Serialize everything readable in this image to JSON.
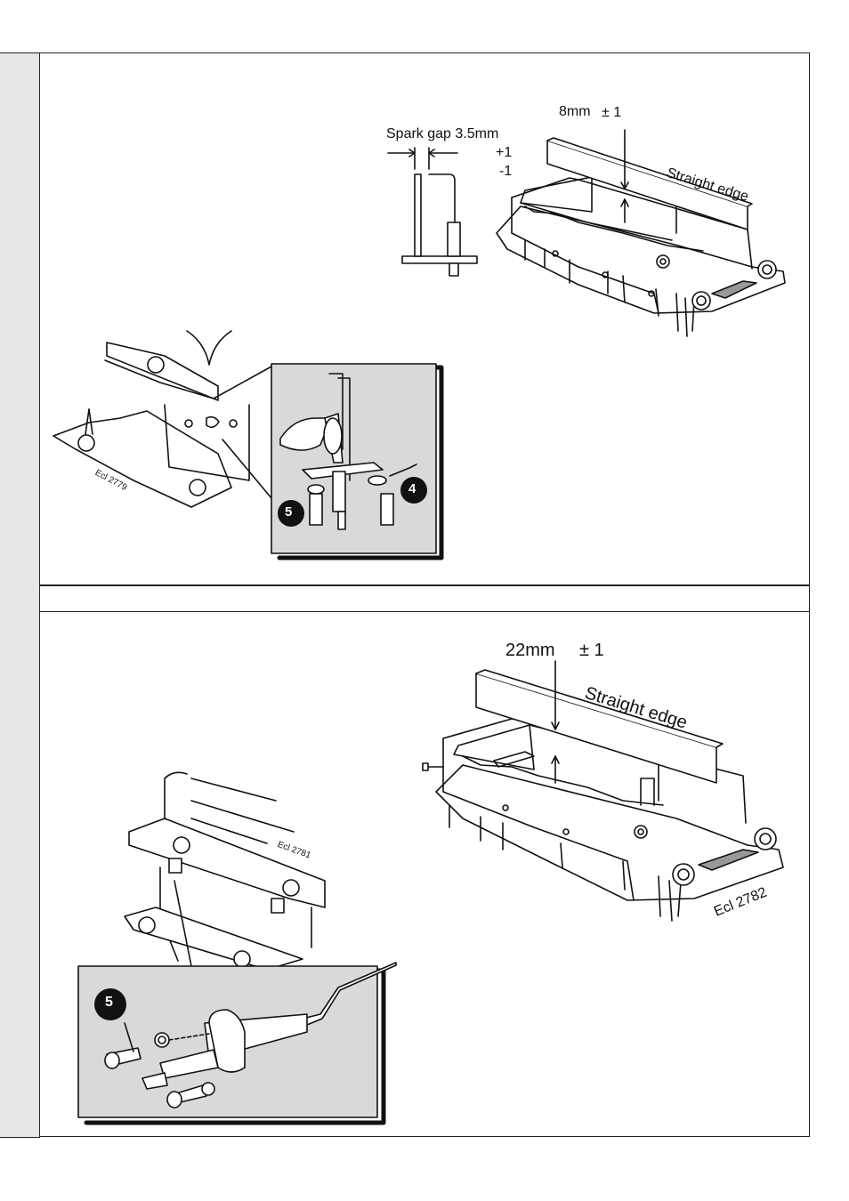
{
  "top_figure": {
    "spark_gap_label": "Spark gap 3.5mm",
    "tolerance_plus": "+1",
    "tolerance_minus": "-1",
    "depth_label": "8mm",
    "depth_tolerance": "± 1",
    "straight_edge_label": "Straight edge",
    "figure_ref": "Ecl 2779",
    "callouts": [
      "5",
      "4"
    ]
  },
  "bottom_figure": {
    "depth_label": "22mm",
    "depth_tolerance": "± 1",
    "straight_edge_label": "Straight edge",
    "figure_ref_left": "Ecl 2781",
    "figure_ref_right": "Ecl 2782",
    "callouts": [
      "5"
    ]
  }
}
